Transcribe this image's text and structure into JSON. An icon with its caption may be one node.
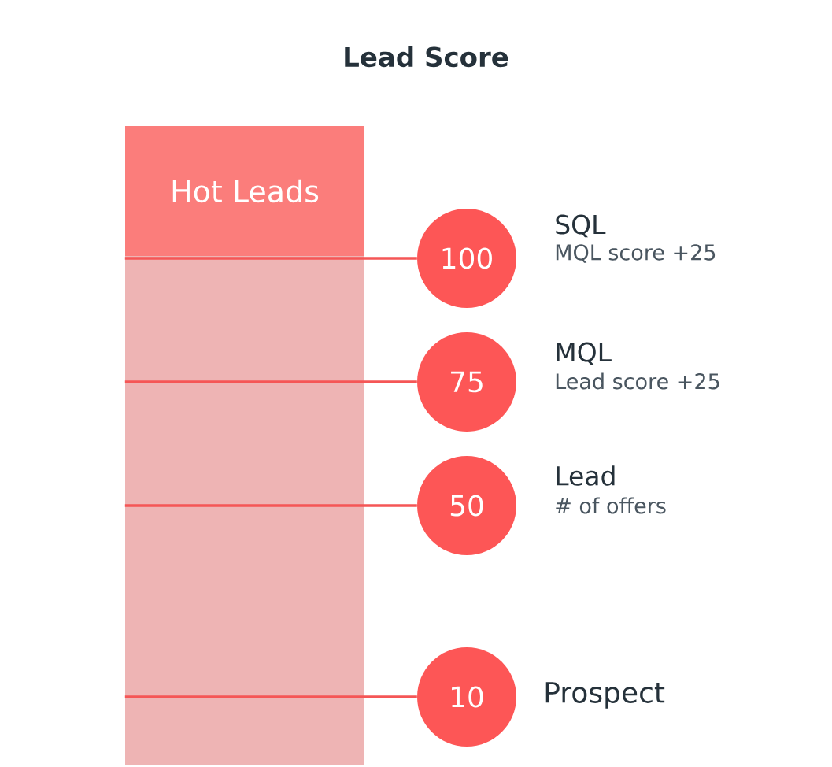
{
  "diagram": {
    "title": "Lead Score",
    "nodes": [
      {
        "text": [
          "Hot Leads"
        ]
      },
      {
        "text": [],
        "shape": "bar"
      },
      {
        "text": [
          "100"
        ],
        "beside": [
          "SQL",
          "MQL score +25"
        ]
      },
      {
        "text": [
          "75"
        ],
        "beside": [
          "MQL",
          "Lead score +25"
        ]
      },
      {
        "text": [
          "50"
        ],
        "beside": [
          "Lead",
          "# of offers"
        ]
      },
      {
        "text": [
          "10"
        ],
        "beside": [
          "Prospect"
        ]
      }
    ],
    "edges": [
      {
        "from": 1,
        "to": 2,
        "arrow": "none"
      },
      {
        "from": 1,
        "to": 3,
        "arrow": "none"
      },
      {
        "from": 1,
        "to": 4,
        "arrow": "none"
      },
      {
        "from": 1,
        "to": 5,
        "arrow": "none"
      }
    ]
  }
}
